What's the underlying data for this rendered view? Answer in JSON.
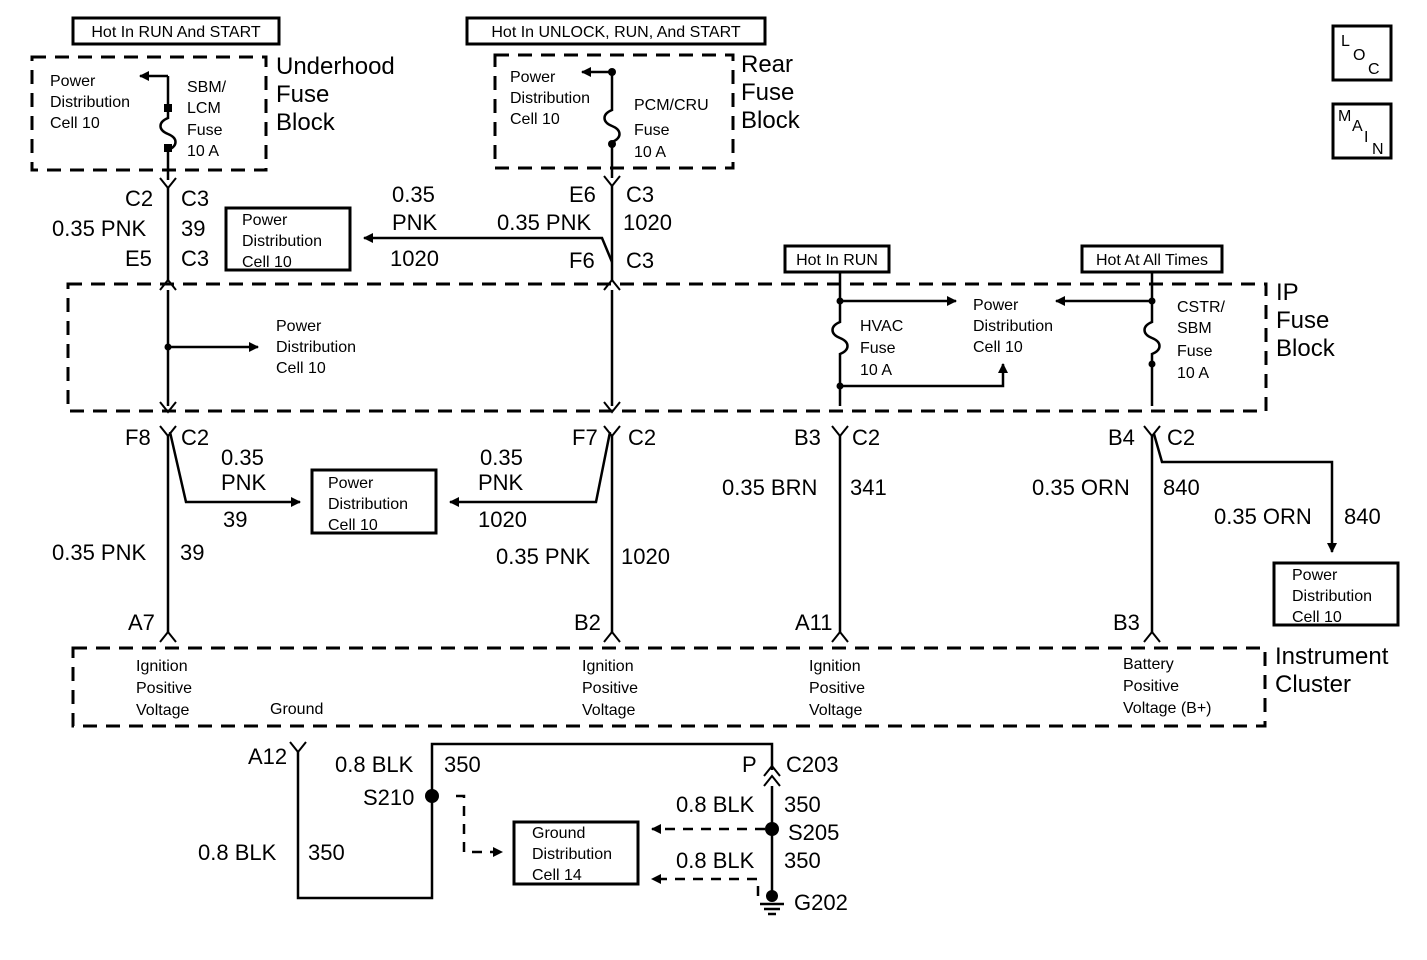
{
  "hot_labels": {
    "run_start": "Hot In RUN And START",
    "unlock_run_start": "Hot In UNLOCK, RUN, And START",
    "run": "Hot In RUN",
    "all_times": "Hot At All Times"
  },
  "side_buttons": {
    "loc": [
      "L",
      "O",
      "C"
    ],
    "main": [
      "M",
      "A",
      "I",
      "N"
    ]
  },
  "underhood": {
    "title": [
      "Underhood",
      "Fuse",
      "Block"
    ],
    "pd": [
      "Power",
      "Distribution",
      "Cell 10"
    ],
    "fuse": [
      "SBM/",
      "LCM",
      "Fuse",
      "10  A"
    ]
  },
  "rear": {
    "title": [
      "Rear",
      "Fuse",
      "Block"
    ],
    "pd": [
      "Power",
      "Distribution",
      "Cell 10"
    ],
    "fuse": [
      "PCM/CRU",
      "Fuse",
      "10 A"
    ]
  },
  "ip": {
    "title": [
      "IP",
      "Fuse",
      "Block"
    ],
    "pd_left": [
      "Power",
      "Distribution",
      "Cell 10"
    ],
    "pd_right": [
      "Power",
      "Distribution",
      "Cell 10"
    ],
    "hvac": [
      "HVAC",
      "Fuse",
      "10 A"
    ],
    "cstr": [
      "CSTR/",
      "SBM",
      "Fuse",
      "10 A"
    ]
  },
  "pd_boxes": {
    "top": [
      "Power",
      "Distribution",
      "Cell 10"
    ],
    "mid": [
      "Power",
      "Distribution",
      "Cell 10"
    ],
    "right": [
      "Power",
      "Distribution",
      "Cell 10"
    ],
    "ground": [
      "Ground",
      "Distribution",
      "Cell 14"
    ]
  },
  "cluster": {
    "title": [
      "Instrument",
      "Cluster"
    ],
    "ign1": [
      "Ignition",
      "Positive",
      "Voltage"
    ],
    "ground": "Ground",
    "ign2": [
      "Ignition",
      "Positive",
      "Voltage"
    ],
    "ign3": [
      "Ignition",
      "Positive",
      "Voltage"
    ],
    "batt": [
      "Battery",
      "Positive",
      "Voltage (B+)"
    ]
  },
  "connectors": {
    "c2a": "C2",
    "c3a": "C3",
    "e5": "E5",
    "c3b": "C3",
    "e6": "E6",
    "c3c": "C3",
    "f6": "F6",
    "c3d": "C3",
    "f8": "F8",
    "c2b": "C2",
    "f7": "F7",
    "c2c": "C2",
    "b3": "B3",
    "c2d": "C2",
    "b4": "B4",
    "c2e": "C2",
    "a7": "A7",
    "b2": "B2",
    "a11": "A11",
    "b3b": "B3",
    "a12": "A12",
    "p": "P",
    "c203": "C203",
    "s210": "S210",
    "s205": "S205",
    "g202": "G202"
  },
  "wires": {
    "w1_gauge": "0.35 PNK",
    "w1_circ": "39",
    "w2_gauge_a": "0.35",
    "w2_gauge_b": "PNK",
    "w2_circ": "1020",
    "w3_gauge": "0.35 PNK",
    "w3_circ": "1020",
    "w4_gauge_a": "0.35",
    "w4_gauge_b": "PNK",
    "w4_circ": "39",
    "w5_gauge_a": "0.35",
    "w5_gauge_b": "PNK",
    "w5_circ": "1020",
    "w6_gauge": "0.35 PNK",
    "w6_circ": "39",
    "w7_gauge": "0.35 PNK",
    "w7_circ": "1020",
    "w8_gauge": "0.35 BRN",
    "w8_circ": "341",
    "w9_gauge": "0.35 ORN",
    "w9_circ": "840",
    "w10_gauge": "0.35 ORN",
    "w10_circ": "840",
    "w11_gauge": "0.8 BLK",
    "w11_circ": "350",
    "w12_gauge": "0.8 BLK",
    "w12_circ": "350",
    "w13_gauge": "0.8 BLK",
    "w13_circ": "350",
    "w14_gauge": "0.8 BLK",
    "w14_circ": "350"
  }
}
